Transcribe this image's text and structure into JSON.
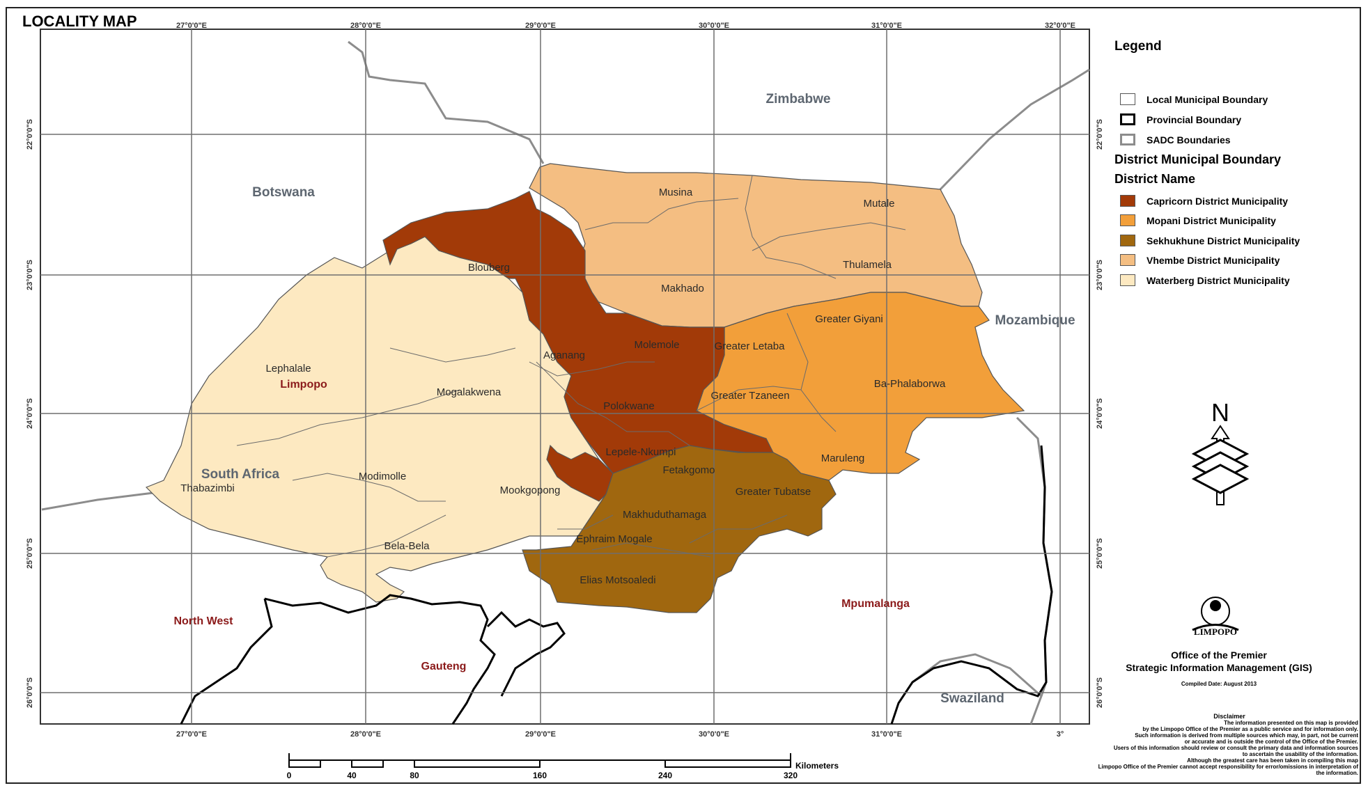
{
  "title": "LOCALITY MAP",
  "ticks_top": [
    "27°0'0\"E",
    "28°0'0\"E",
    "29°0'0\"E",
    "30°0'0\"E",
    "31°0'0\"E",
    "32°0'0\"E"
  ],
  "ticks_bottom": [
    "27°0'0\"E",
    "28°0'0\"E",
    "29°0'0\"E",
    "30°0'0\"E",
    "31°0'0\"E",
    "3°"
  ],
  "ticks_left": [
    "22°0'0\"S",
    "23°0'0\"S",
    "24°0'0\"S",
    "25°0'0\"S",
    "26°0'0\"S"
  ],
  "ticks_right": [
    "22°0'0\"S",
    "23°0'0\"S",
    "24°0'0\"S",
    "25°0'0\"S",
    "26°0'0\"S"
  ],
  "countries": {
    "zimbabwe": "Zimbabwe",
    "botswana": "Botswana",
    "mozambique": "Mozambique",
    "south_africa": "South Africa",
    "swaziland": "Swaziland"
  },
  "provinces": {
    "limpopo": "Limpopo",
    "north_west": "North West",
    "gauteng": "Gauteng",
    "mpumalanga": "Mpumalanga"
  },
  "municipalities": {
    "musina": "Musina",
    "mutale": "Mutale",
    "thulamela": "Thulamela",
    "makhado": "Makhado",
    "blouberg": "Blouberg",
    "greater_giyani": "Greater Giyani",
    "greater_letaba": "Greater Letaba",
    "molemole": "Molemole",
    "aganang": "Aganang",
    "lephalale": "Lephalale",
    "mogalakwena": "Mogalakwena",
    "polokwane": "Polokwane",
    "greater_tzaneen": "Greater Tzaneen",
    "ba_phalaborwa": "Ba-Phalaborwa",
    "lepele_nkumpi": "Lepele-Nkumpi",
    "maruleng": "Maruleng",
    "fetakgomo": "Fetakgomo",
    "greater_tubatse": "Greater Tubatse",
    "modimolle": "Modimolle",
    "mookgopong": "Mookgopong",
    "thabazimbi": "Thabazimbi",
    "makhuduthamaga": "Makhuduthamaga",
    "ephraim_mogale": "Ephraim Mogale",
    "bela_bela": "Bela-Bela",
    "elias_motsoaledi": "Elias Motsoaledi"
  },
  "legend": {
    "title": "Legend",
    "boundaries": [
      "Local Municipal Boundary",
      "Provincial Boundary",
      "SADC Boundaries"
    ],
    "district_boundary_heading": "District Municipal Boundary",
    "district_name_heading": "District Name",
    "districts": [
      {
        "label": "Capricorn District Municipality",
        "color": "#a23a08"
      },
      {
        "label": "Mopani District Municipality",
        "color": "#f29f3a"
      },
      {
        "label": "Sekhukhune District Municipality",
        "color": "#a0670f"
      },
      {
        "label": "Vhembe District Municipality",
        "color": "#f4be82"
      },
      {
        "label": "Waterberg District Municipality",
        "color": "#fde9c1"
      }
    ]
  },
  "north_label": "N",
  "logo_text": "LIMPOPO",
  "credit": {
    "office": "Office of the Premier",
    "unit": "Strategic Information Management (GIS)",
    "compiled": "Compiled Date: August 2013"
  },
  "disclaimer": {
    "heading": "Disclaimer",
    "lines": [
      "The information presented on this map is provided",
      "by the Limpopo Office of the Premier as a public service and for information only.",
      "Such information is derived from multiple sources which may, in part, not be current",
      "or accurate and is outside the control of the Office of the Premier.",
      "Users of this information should review or consult the primary data and information sources",
      "to ascertain the usability of the information.",
      "Although the greatest care has been taken in compiling this map",
      "Limpopo Office of the Premier cannot accept responsibility for error/omissions in interpretation of",
      "the information."
    ]
  },
  "scale": {
    "unit": "Kilometers",
    "labels": [
      "0",
      "40",
      "80",
      "160",
      "240",
      "320"
    ]
  }
}
